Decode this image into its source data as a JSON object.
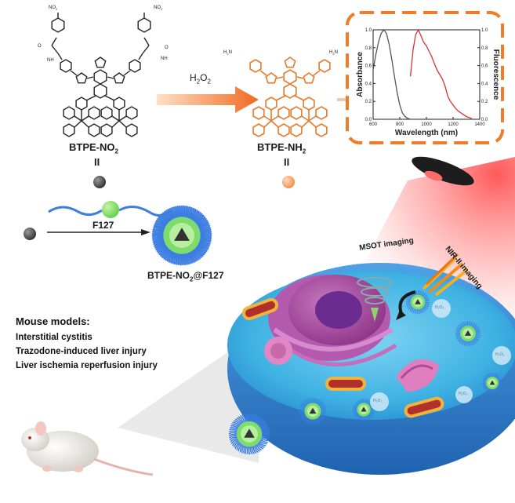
{
  "molecules": {
    "left_name": "BTPE-NO",
    "left_sub": "2",
    "left_roman": "II",
    "right_name": "BTPE-NH",
    "right_sub": "2",
    "right_roman": "II",
    "nitro_label": "NO",
    "nitro_sub": "2",
    "amine_label": "H",
    "amine_sub": "2",
    "amine_suffix": "N",
    "amide_nh": "NH",
    "amide_o": "O"
  },
  "reaction": {
    "reagent_main": "H",
    "reagent_sub1": "2",
    "reagent_o": "O",
    "reagent_sub2": "2"
  },
  "formulation": {
    "polymer": "F127",
    "product_name": "BTPE-NO",
    "product_sub": "2",
    "product_suffix": "@F127"
  },
  "imaging": {
    "msot": "MSOT imaging",
    "nir": "NIR-II imaging",
    "h2o2_bubble": "H₂O₂"
  },
  "mouse_models": {
    "title": "Mouse models:",
    "items": [
      "Interstitial cystitis",
      "Trazodone-induced liver injury",
      "Liver ischemia reperfusion injury"
    ]
  },
  "colors": {
    "accent_orange": "#f07c2a",
    "absorbance_line": "#555555",
    "fluorescence_line": "#d8332f",
    "cell_blue": "#3a8fd6",
    "nucleus": "#a8459a",
    "micelle_core": "#7ddc6a",
    "micelle_corona": "#3b7de0"
  },
  "chart_data": {
    "type": "line",
    "xlabel": "Wavelength (nm)",
    "ylabel_left": "Absorbance",
    "ylabel_right": "Fluorescence",
    "xlim": [
      600,
      1400
    ],
    "ylim": [
      0,
      1.0
    ],
    "xticks": [
      "600",
      "800",
      "1000",
      "1200",
      "1400"
    ],
    "yticks_left": [
      "0.0",
      "0.2",
      "0.4",
      "0.6",
      "0.8",
      "1.0"
    ],
    "yticks_right": [
      "0.0",
      "0.2",
      "0.4",
      "0.6",
      "0.8",
      "1.0"
    ],
    "grid": false,
    "series": [
      {
        "color": "#555555",
        "x": [
          600,
          620,
          640,
          660,
          680,
          700,
          720,
          740,
          760,
          780,
          800,
          820,
          840,
          860,
          880
        ],
        "y": [
          0.55,
          0.72,
          0.86,
          0.96,
          1.0,
          0.96,
          0.84,
          0.67,
          0.48,
          0.3,
          0.16,
          0.07,
          0.03,
          0.01,
          0.0
        ]
      },
      {
        "color": "#d8332f",
        "x": [
          880,
          900,
          920,
          940,
          960,
          980,
          1000,
          1020,
          1040,
          1060,
          1080,
          1100,
          1120,
          1140,
          1160,
          1180,
          1200,
          1220,
          1240,
          1260,
          1280,
          1300,
          1320,
          1340
        ],
        "y": [
          0.48,
          0.78,
          0.95,
          1.0,
          0.93,
          0.86,
          0.82,
          0.76,
          0.7,
          0.62,
          0.55,
          0.5,
          0.45,
          0.37,
          0.26,
          0.2,
          0.16,
          0.12,
          0.09,
          0.07,
          0.05,
          0.03,
          0.02,
          0.01
        ]
      }
    ]
  }
}
